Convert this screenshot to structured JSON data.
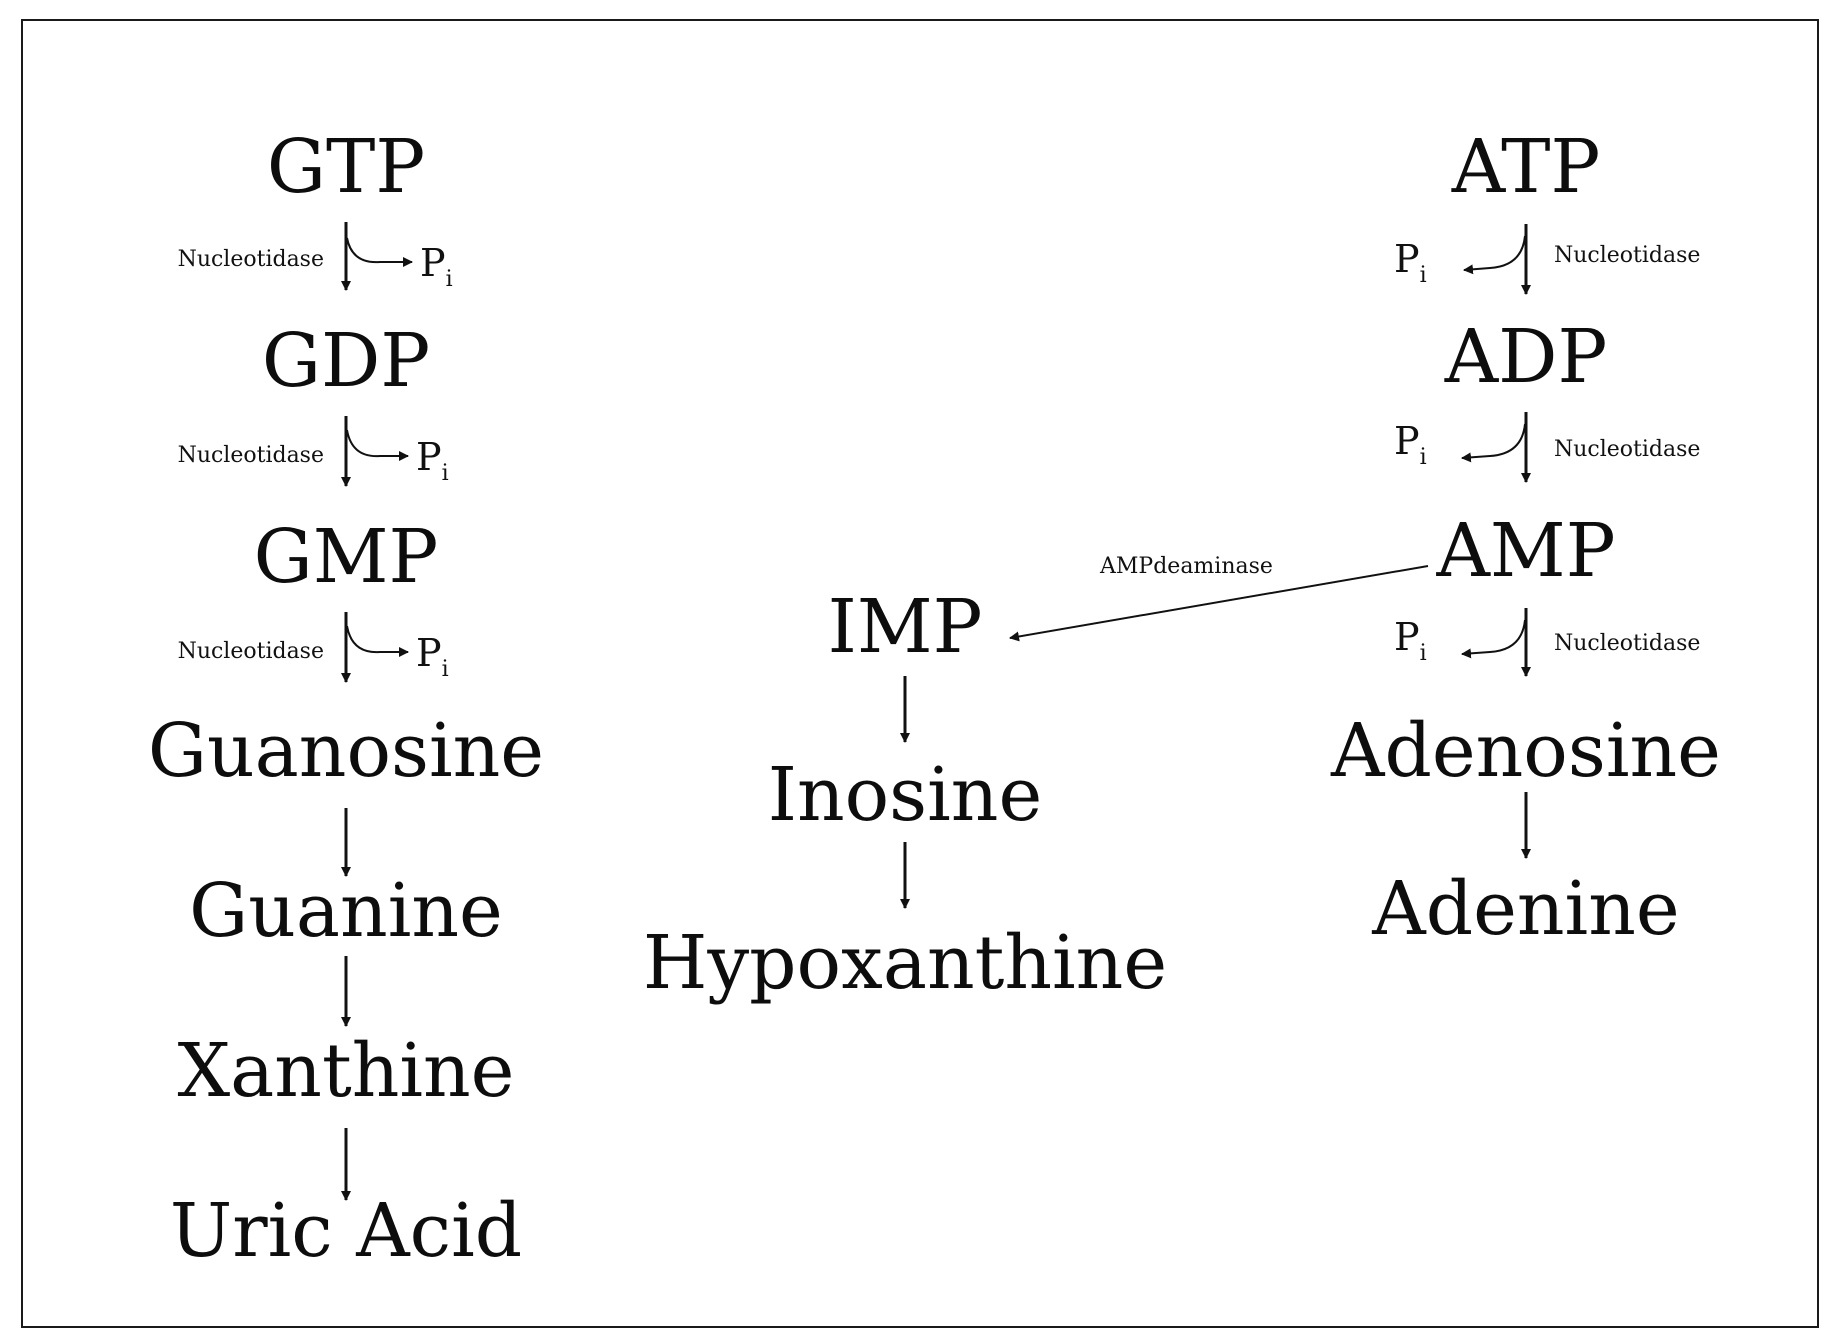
{
  "guanine_pathway": {
    "gtp": "GTP",
    "gdp": "GDP",
    "gmp": "GMP",
    "guanosine": "Guanosine",
    "guanine": "Guanine",
    "xanthine": "Xanthine",
    "uric_acid": "Uric Acid",
    "enzyme_1": "Nucleotidase",
    "enzyme_2": "Nucleotidase",
    "enzyme_3": "Nucleotidase"
  },
  "adenine_pathway": {
    "atp": "ATP",
    "adp": "ADP",
    "amp": "AMP",
    "adenosine": "Adenosine",
    "adenine": "Adenine",
    "enzyme_1": "Nucleotidase",
    "enzyme_2": "Nucleotidase",
    "enzyme_3": "Nucleotidase"
  },
  "inosine_pathway": {
    "imp": "IMP",
    "inosine": "Inosine",
    "hypoxanthine": "Hypoxanthine"
  },
  "deamination": {
    "enzyme": "AMPdeaminase"
  },
  "phosphate": {
    "symbol": "P",
    "subscript": "i"
  }
}
